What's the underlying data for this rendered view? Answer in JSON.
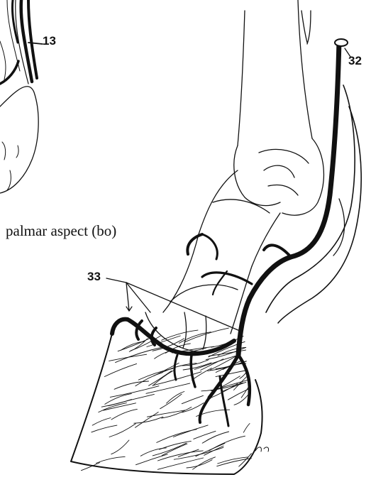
{
  "labels": {
    "number_13": "13",
    "number_32": "32",
    "number_33": "33",
    "caption": "palmar aspect (bo)"
  },
  "colors": {
    "ink": "#111111",
    "paper": "#ffffff"
  }
}
